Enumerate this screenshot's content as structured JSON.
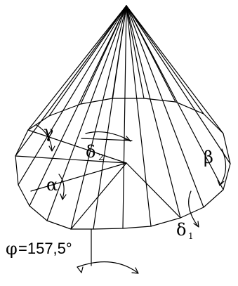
{
  "figure": {
    "labels": {
      "gamma": "γ",
      "delta": "δ",
      "delta2_sub": "2",
      "alpha": "α",
      "beta": "β",
      "delta1_sub": "1",
      "phi": "φ",
      "phi_value": "=157,5°"
    }
  }
}
